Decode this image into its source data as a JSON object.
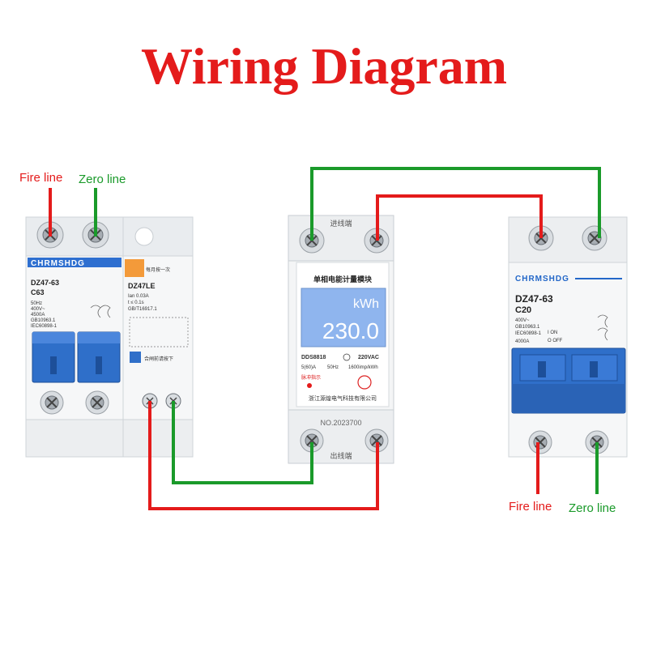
{
  "title": "Wiring Diagram",
  "colors": {
    "fire": "#e41b1b",
    "zero": "#1a9a2a",
    "title": "#e41b1b",
    "brand": "#2367c8",
    "lcd": "#8fb5ee"
  },
  "labels": {
    "left_fire": "Fire line",
    "left_zero": "Zero line",
    "right_fire": "Fire line",
    "right_zero": "Zero line"
  },
  "left_breaker": {
    "brand": "CHRMSHDG",
    "model": "DZ47-63",
    "rating": "C63",
    "specs": [
      "50Hz",
      "400V~",
      "4500A",
      "GB10963.1",
      "IEC60898-1"
    ],
    "rcd_model": "DZ47LE",
    "rcd_specs": [
      "Ian 0.03A",
      "t ≤ 0.1s",
      "GB/T16917.1"
    ],
    "rcd_test_text": "每月按一次",
    "rcd_note": "合闸前请按下"
  },
  "meter": {
    "top_label": "进线端",
    "header": "单相电能计量模块",
    "unit": "kWh",
    "reading": "230.0",
    "model": "DDS8818",
    "voltage": "220VAC",
    "current": "5(60)A",
    "freq": "50Hz",
    "imp": "1600imp/kWh",
    "pulse": "脉冲指示",
    "company": "浙江源煌电气科技有限公司",
    "serial": "NO.2023700",
    "bottom_label": "出线端"
  },
  "right_breaker": {
    "brand": "CHRMSHDG",
    "model": "DZ47-63",
    "rating": "C20",
    "specs": [
      "400V~",
      "GB10963.1",
      "IEC60898-1",
      "4000A"
    ],
    "on": "I ON",
    "off": "O OFF"
  }
}
